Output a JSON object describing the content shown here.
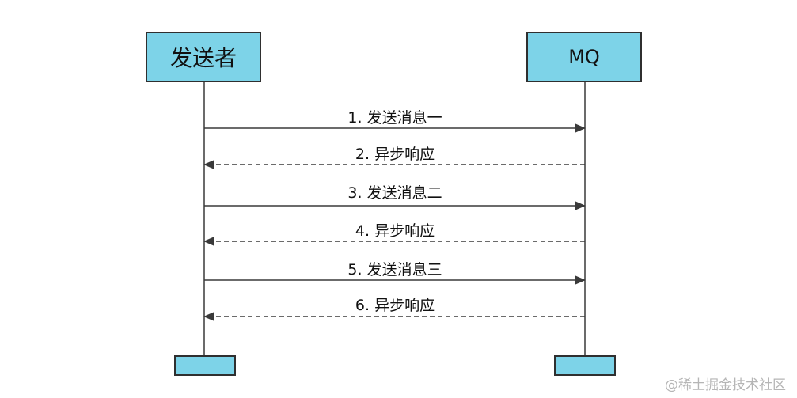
{
  "actors": {
    "sender": "发送者",
    "mq": "MQ"
  },
  "messages": [
    {
      "label": "1. 发送消息一",
      "direction": "to-mq",
      "style": "solid"
    },
    {
      "label": "2. 异步响应",
      "direction": "to-sender",
      "style": "dashed"
    },
    {
      "label": "3. 发送消息二",
      "direction": "to-mq",
      "style": "solid"
    },
    {
      "label": "4. 异步响应",
      "direction": "to-sender",
      "style": "dashed"
    },
    {
      "label": "5. 发送消息三",
      "direction": "to-mq",
      "style": "solid"
    },
    {
      "label": "6. 异步响应",
      "direction": "to-sender",
      "style": "dashed"
    }
  ],
  "watermark": "@稀土掘金技术社区",
  "colors": {
    "actor_fill": "#7dd3e8",
    "line": "#3a3a3a"
  }
}
